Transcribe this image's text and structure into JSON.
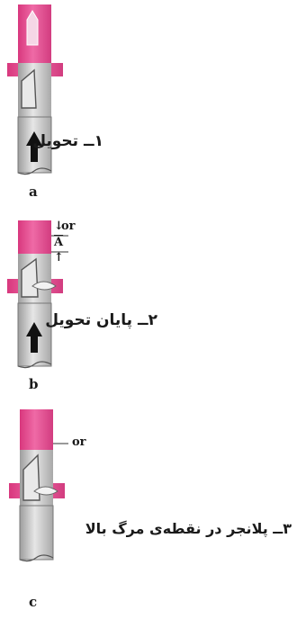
{
  "steps": [
    {
      "caption": "۱ــ تحویل",
      "letter": "a"
    },
    {
      "caption": "۲ــ پایان تحویل",
      "letter": "b"
    },
    {
      "caption": "۳ــ پلانجر در نقطه‌ی مرگ بالا",
      "letter": "c"
    }
  ],
  "annotations": {
    "or_top": "or",
    "A": "A",
    "or_c": "or"
  },
  "colors": {
    "magenta": "#e4448a",
    "barrel": "#cfcfcf",
    "plunger": "#bdbdbd",
    "outline": "#555555"
  }
}
